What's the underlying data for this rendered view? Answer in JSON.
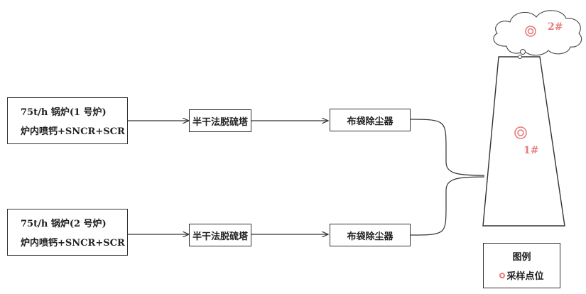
{
  "boilers": [
    {
      "line1": "75t/h 锅炉(1 号炉)",
      "line2": "炉内喷钙+SNCR+SCR"
    },
    {
      "line1": "75t/h 锅炉(2 号炉)",
      "line2": "炉内喷钙+SNCR+SCR"
    }
  ],
  "desulfurization": [
    "半干法脱硫塔",
    "半干法脱硫塔"
  ],
  "bag_filter": [
    "布袋除尘器",
    "布袋除尘器"
  ],
  "sampling_points": {
    "p1": "1#",
    "p2": "2#"
  },
  "legend": {
    "title": "图例",
    "item": "采样点位"
  },
  "colors": {
    "marker": "#e87a7a",
    "line": "#333333"
  }
}
